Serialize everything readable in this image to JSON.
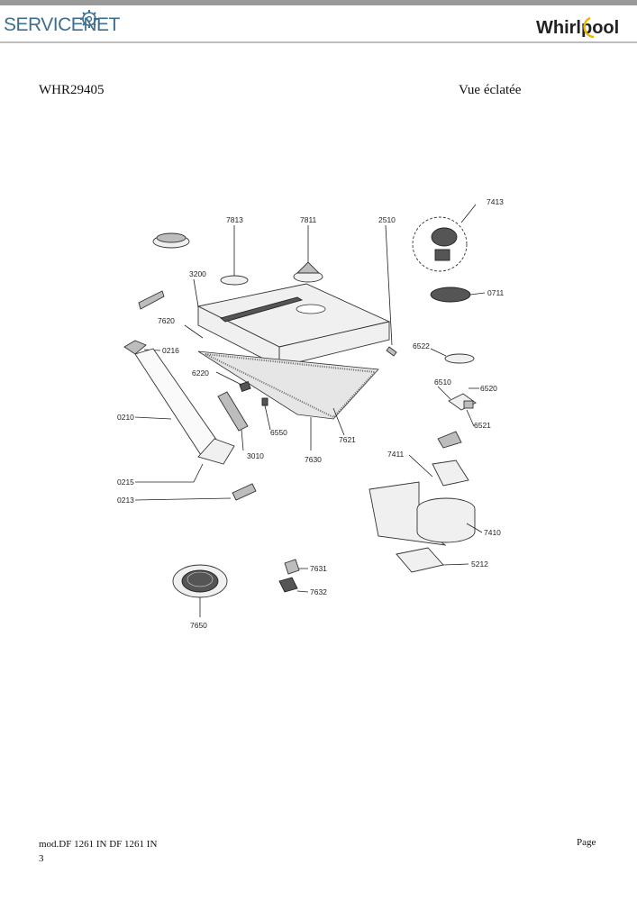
{
  "header": {
    "servicenet_logo": "SERVICENET",
    "brand_logo": "Whirlpool"
  },
  "document": {
    "model": "WHR29405",
    "section": "Vue éclatée"
  },
  "diagram": {
    "part_labels": [
      "7413",
      "7813",
      "7811",
      "2510",
      "0711",
      "3200",
      "7620",
      "0216",
      "6522",
      "6220",
      "6510",
      "6520",
      "0210",
      "6550",
      "6521",
      "7621",
      "3010",
      "7630",
      "7411",
      "0215",
      "0213",
      "7410",
      "5212",
      "7631",
      "7632",
      "7650"
    ]
  },
  "footer": {
    "left_line1": "mod.DF 1261 IN DF 1261 IN",
    "left_line2": "3",
    "right": "Page"
  },
  "colors": {
    "servicenet_blue": "#3f6e8e",
    "whirlpool_gold": "#f0b400",
    "topbar_gray": "#9a9a9a"
  }
}
